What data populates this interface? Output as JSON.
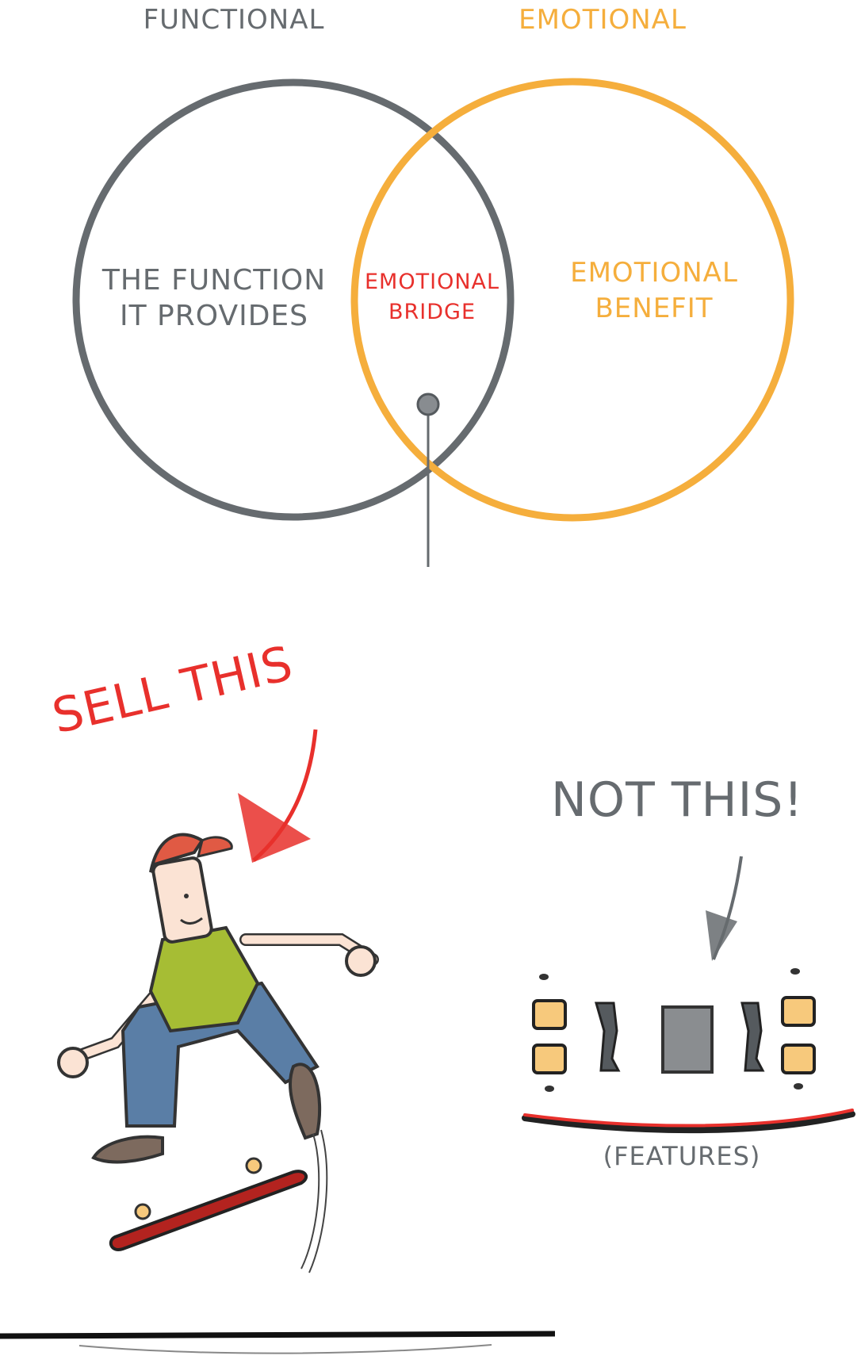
{
  "venn": {
    "left_title": "FUNCTIONAL",
    "right_title": "EMOTIONAL",
    "left_body_line1": "THE FUNCTION",
    "left_body_line2": "IT PROVIDES",
    "center_line1": "EMOTIONAL",
    "center_line2": "BRIDGE",
    "right_body_line1": "EMOTIONAL",
    "right_body_line2": "BENEFIT"
  },
  "illustrations": {
    "sell_label": "SELL THIS",
    "not_label": "NOT THIS!",
    "features_label": "(FEATURES)",
    "left_subject": "skateboarder-doing-trick",
    "right_subject": "disassembled-skateboard-parts"
  },
  "colors": {
    "grey": "#666b6f",
    "orange": "#f5ae3c",
    "red": "#e8302c",
    "wheel": "#f7c97c",
    "shirt": "#a6bd34",
    "jeans": "#5a7ea6",
    "cap": "#e05a44"
  }
}
